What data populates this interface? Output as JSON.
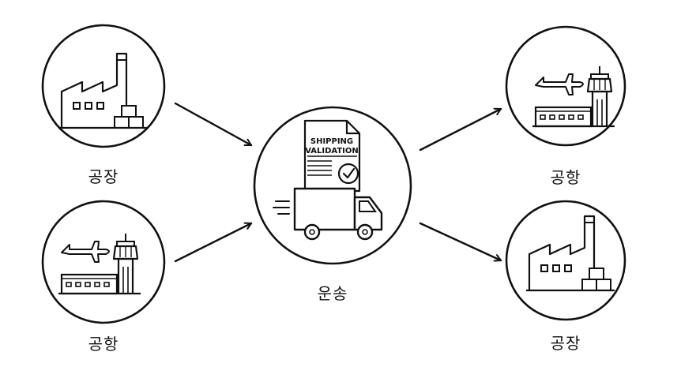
{
  "nodes": {
    "left_top": {
      "label": "공장",
      "kind": "factory"
    },
    "left_bottom": {
      "label": "공항",
      "kind": "airport"
    },
    "center": {
      "label": "운송",
      "kind": "shipping",
      "doc_line1": "SHIPPING",
      "doc_line2": "VALIDATION"
    },
    "right_top": {
      "label": "공항",
      "kind": "airport"
    },
    "right_bottom": {
      "label": "공장",
      "kind": "factory"
    }
  },
  "colors": {
    "stroke": "#111111",
    "background": "#ffffff"
  }
}
